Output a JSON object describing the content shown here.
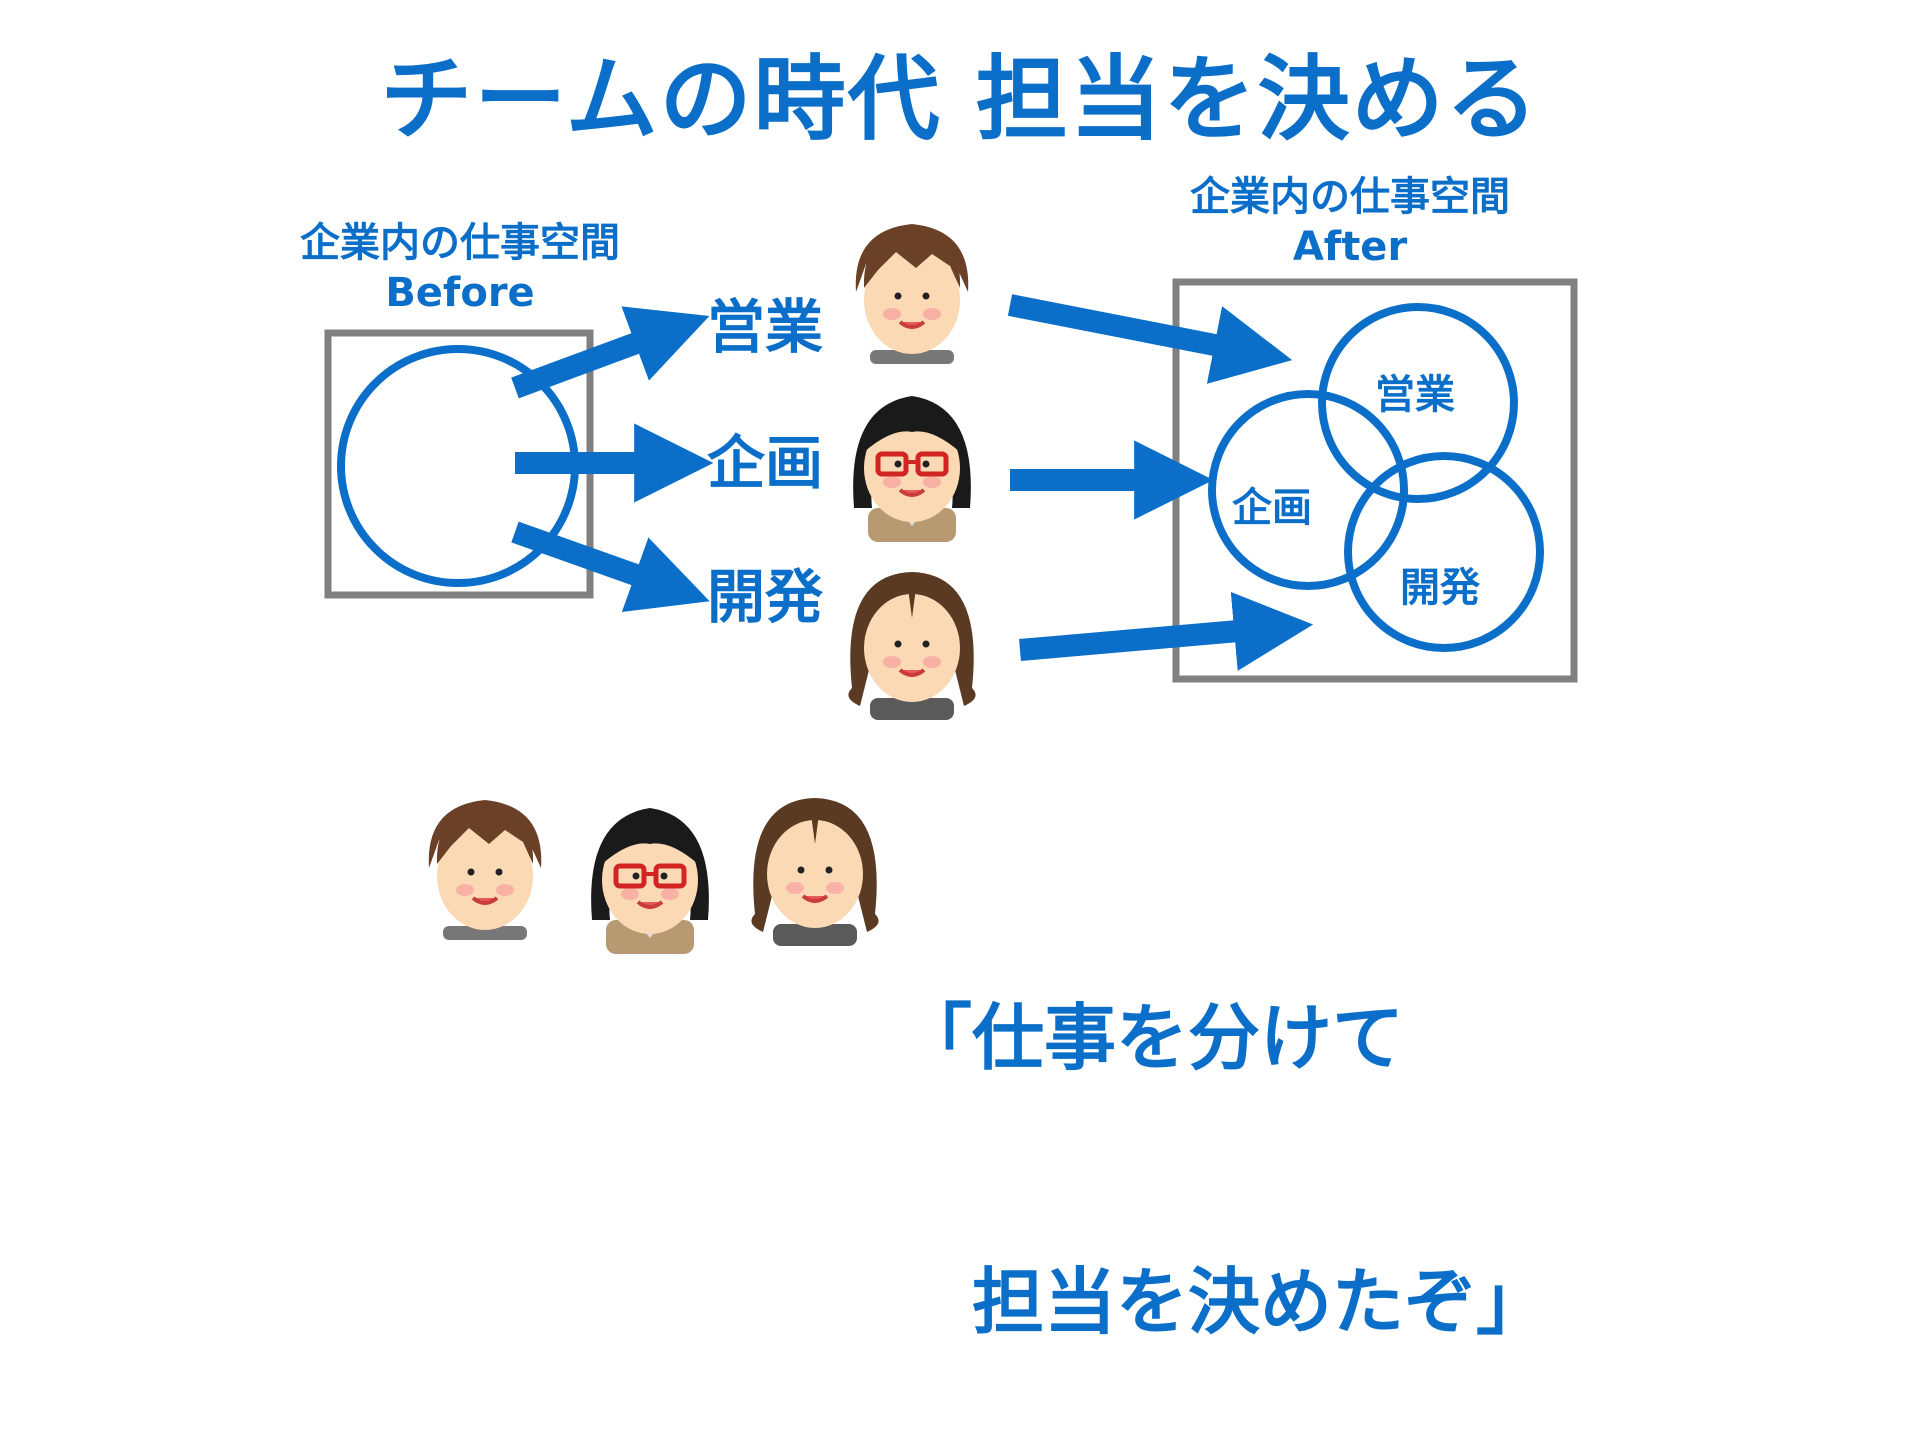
{
  "title": "チームの時代 担当を決める",
  "before": {
    "caption_line1": "企業内の仕事空間",
    "caption_line2": "Before"
  },
  "after": {
    "caption_line1": "企業内の仕事空間",
    "caption_line2": "After"
  },
  "roles": [
    "営業",
    "企画",
    "開発"
  ],
  "after_circle_labels": {
    "sales": "営業",
    "planning": "企画",
    "development": "開発"
  },
  "quote": {
    "line1": "「仕事を分けて",
    "line2": "　担当を決めたぞ」"
  },
  "colors": {
    "accent": "#0b6fc9",
    "box_border": "#808080",
    "hair_brown": "#5a3a22",
    "skin": "#fbd9b4"
  },
  "icons": [
    "person-sales-icon",
    "person-planning-icon",
    "person-development-icon"
  ]
}
